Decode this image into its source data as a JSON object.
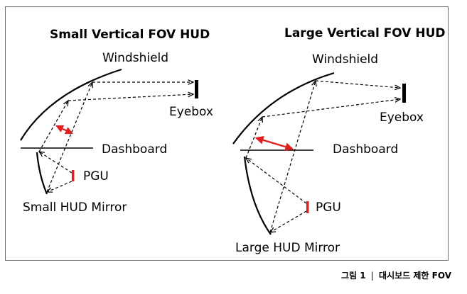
{
  "left": {
    "title": "Small Vertical FOV HUD",
    "windshield": "Windshield",
    "eyebox": "Eyebox",
    "dashboard": "Dashboard",
    "pgu": "PGU",
    "mirror": "Small HUD Mirror"
  },
  "right": {
    "title": "Large Vertical FOV HUD",
    "windshield": "Windshield",
    "eyebox": "Eyebox",
    "dashboard": "Dashboard",
    "pgu": "PGU",
    "mirror": "Large HUD Mirror"
  },
  "caption": {
    "figure": "그림 1",
    "separator": "|",
    "text": "대시보드 제한 FOV"
  },
  "colors": {
    "accent_red": "#e02020",
    "line": "#000000",
    "frame": "#6b6b6b"
  }
}
